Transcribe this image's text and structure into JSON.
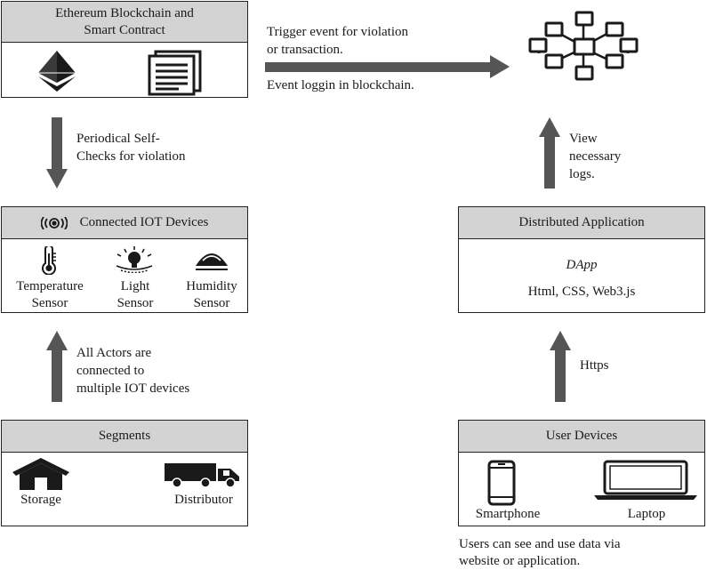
{
  "blockchain_box": {
    "title_line1": "Ethereum Blockchain and",
    "title_line2": "Smart Contract",
    "icons": [
      "ethereum-logo-icon",
      "documents-icon"
    ]
  },
  "iot_box": {
    "title": "Connected IOT Devices",
    "sensors": [
      {
        "icon": "thermometer-icon",
        "line1": "Temperature",
        "line2": "Sensor"
      },
      {
        "icon": "light-sensor-icon",
        "line1": "Light",
        "line2": "Sensor"
      },
      {
        "icon": "humidity-sensor-icon",
        "line1": "Humidity",
        "line2": "Sensor"
      }
    ]
  },
  "segments_box": {
    "title": "Segments",
    "items": [
      {
        "icon": "house-icon",
        "label": "Storage"
      },
      {
        "icon": "truck-icon",
        "label": "Distributor"
      }
    ]
  },
  "dapp_box": {
    "title": "Distributed Application",
    "name": "DApp",
    "tech": "Html, CSS, Web3.js"
  },
  "user_devices_box": {
    "title": "User Devices",
    "items": [
      {
        "icon": "smartphone-icon",
        "label": "Smartphone"
      },
      {
        "icon": "laptop-icon",
        "label": "Laptop"
      }
    ]
  },
  "arrows": {
    "trigger_line1": "Trigger event for violation",
    "trigger_line2": "or transaction.",
    "event_log": "Event loggin in blockchain.",
    "selfcheck_line1": "Periodical Self-",
    "selfcheck_line2": "Checks for violation",
    "actors_line1": "All Actors are",
    "actors_line2": "connected to",
    "actors_line3": "multiple IOT devices",
    "view_line1": "View",
    "view_line2": "necessary",
    "view_line3": "logs.",
    "https": "Https"
  },
  "footer_note_line1": "Users can see and use data via",
  "footer_note_line2": "website or application.",
  "colors": {
    "header_fill": "#d3d3d3",
    "arrow_fill": "#555555",
    "border": "#222222"
  }
}
